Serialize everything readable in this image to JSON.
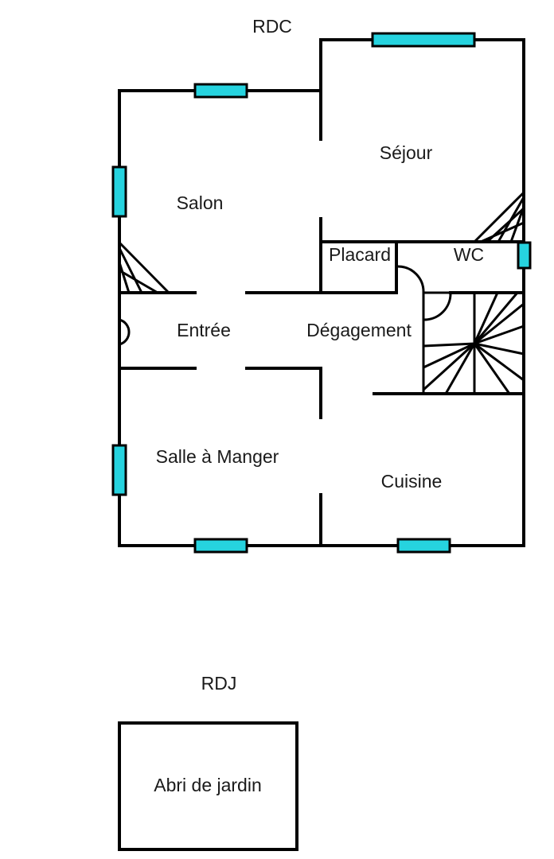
{
  "levels": {
    "rdc": "RDC",
    "rdj": "RDJ"
  },
  "rooms": {
    "sejour": "Séjour",
    "salon": "Salon",
    "placard": "Placard",
    "wc": "WC",
    "entree": "Entrée",
    "degagement": "Dégagement",
    "salle_a_manger": "Salle à Manger",
    "cuisine": "Cuisine",
    "abri_de_jardin": "Abri de jardin"
  },
  "colors": {
    "wall": "#000000",
    "window": "#26d3df",
    "background": "#ffffff"
  }
}
